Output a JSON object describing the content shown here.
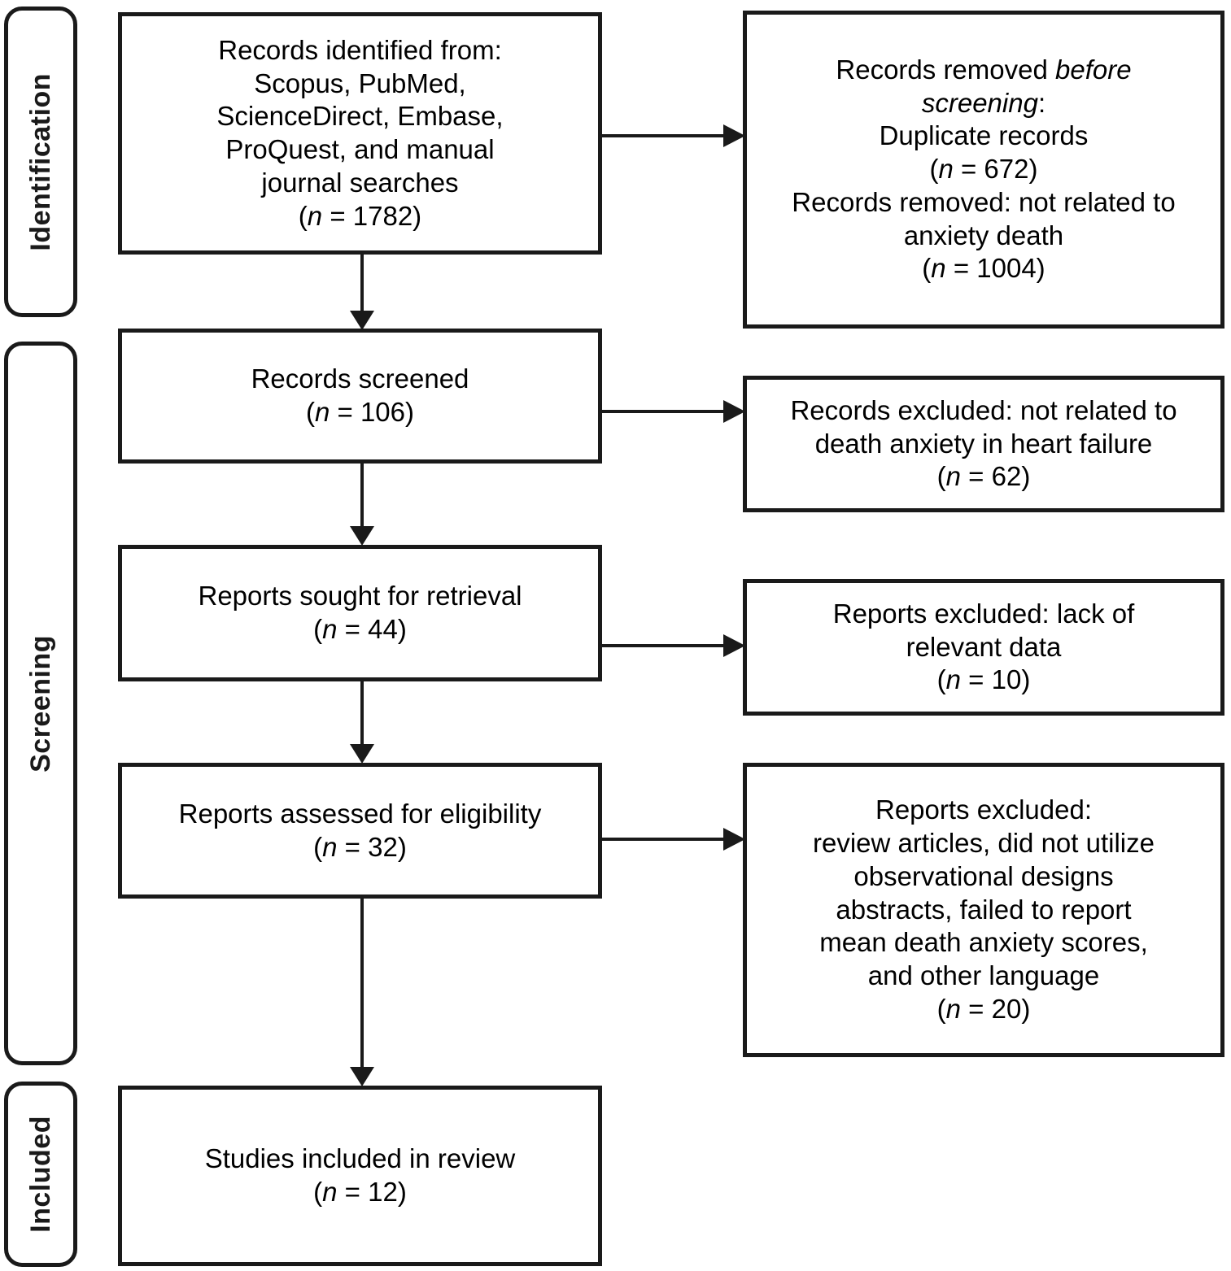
{
  "diagram": {
    "type": "PRISMA flow diagram",
    "phases": [
      {
        "id": "identification",
        "label": "Identification"
      },
      {
        "id": "screening",
        "label": "Screening"
      },
      {
        "id": "included",
        "label": "Included"
      }
    ],
    "boxes": {
      "identified": {
        "text": "Records identified from:\nScopus, PubMed,\nScienceDirect, Embase,\nProQuest, and manual\njournal searches\n(n = 1782)",
        "count": 1782
      },
      "removed_before_screening": {
        "text": "Records removed before\nscreening:\nDuplicate records\n(n = 672)\nRecords removed: not related to\nanxiety death\n(n = 1004)",
        "duplicate_count": 672,
        "not_related_count": 1004
      },
      "screened": {
        "text": "Records screened\n(n = 106)",
        "count": 106
      },
      "records_excluded": {
        "text": "Records excluded: not related to\ndeath anxiety in heart failure\n(n = 62)",
        "count": 62
      },
      "sought": {
        "text": "Reports sought for retrieval\n(n = 44)",
        "count": 44
      },
      "reports_excluded_data": {
        "text": "Reports excluded: lack of\nrelevant data\n(n = 10)",
        "count": 10
      },
      "assessed": {
        "text": "Reports assessed for eligibility\n(n = 32)",
        "count": 32
      },
      "reports_excluded_other": {
        "text": "Reports excluded:\nreview articles, did not utilize\nobservational designs\nabstracts, failed to report\nmean death anxiety scores,\nand other language\n(n = 20)",
        "count": 20
      },
      "included_studies": {
        "text": "Studies included in review\n(n = 12)",
        "count": 12
      }
    },
    "colors": {
      "border": "#1a1a1a",
      "text": "#000000",
      "background": "#ffffff"
    }
  }
}
